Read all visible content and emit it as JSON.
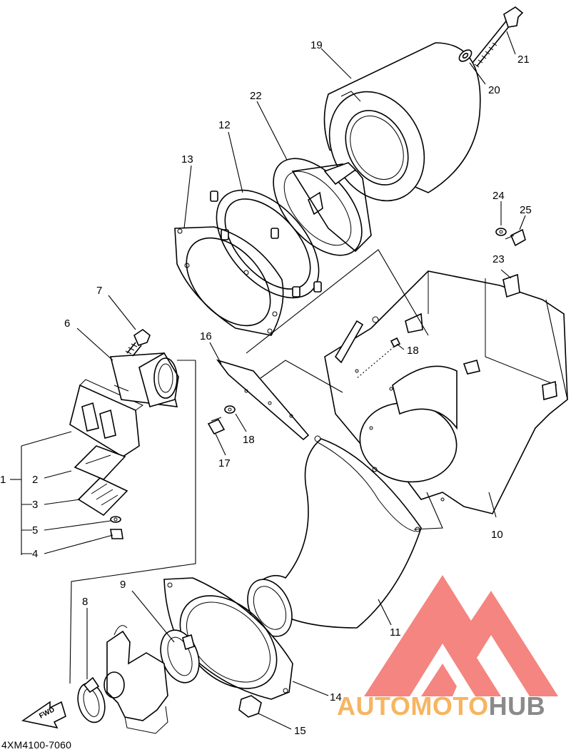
{
  "diagram": {
    "part_code": "4XM4100-7060",
    "fwd_label": "FWD",
    "callouts": [
      {
        "id": "1",
        "label": "1"
      },
      {
        "id": "2",
        "label": "2"
      },
      {
        "id": "3",
        "label": "3"
      },
      {
        "id": "4",
        "label": "4"
      },
      {
        "id": "5",
        "label": "5"
      },
      {
        "id": "6",
        "label": "6"
      },
      {
        "id": "7",
        "label": "7"
      },
      {
        "id": "8",
        "label": "8"
      },
      {
        "id": "9",
        "label": "9"
      },
      {
        "id": "10",
        "label": "10"
      },
      {
        "id": "11",
        "label": "11"
      },
      {
        "id": "12",
        "label": "12"
      },
      {
        "id": "13",
        "label": "13"
      },
      {
        "id": "14",
        "label": "14"
      },
      {
        "id": "15",
        "label": "15"
      },
      {
        "id": "16",
        "label": "16"
      },
      {
        "id": "17",
        "label": "17"
      },
      {
        "id": "18a",
        "label": "18"
      },
      {
        "id": "18b",
        "label": "18"
      },
      {
        "id": "19",
        "label": "19"
      },
      {
        "id": "20",
        "label": "20"
      },
      {
        "id": "21",
        "label": "21"
      },
      {
        "id": "22",
        "label": "22"
      },
      {
        "id": "23",
        "label": "23"
      },
      {
        "id": "24",
        "label": "24"
      },
      {
        "id": "25",
        "label": "25"
      }
    ]
  },
  "watermark": {
    "brand_part1": "AUTOMOTO",
    "brand_part2": "HUB",
    "color_primary": "#f2706a",
    "color_secondary": "#f6b560",
    "color_hub": "#8a8a8a"
  }
}
